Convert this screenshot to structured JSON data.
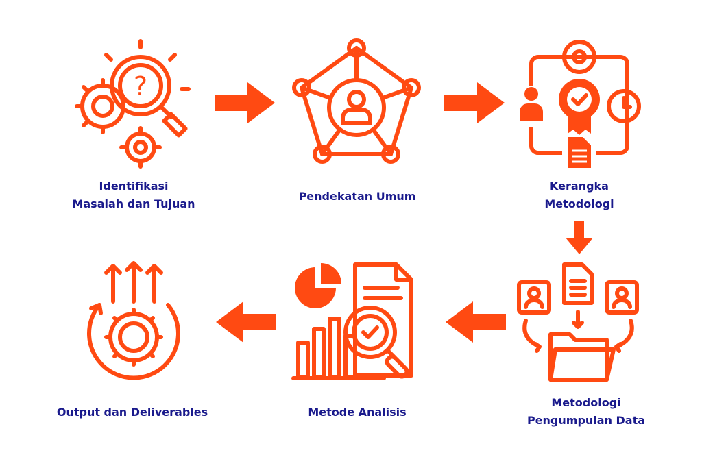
{
  "accent_color": "#ff4a12",
  "text_color": "#1a1a8c",
  "steps": [
    {
      "line1": "Identifikasi",
      "line2": "Masalah dan Tujuan",
      "icon": "gears-magnifier-question-icon"
    },
    {
      "line1": "Pendekatan Umum",
      "icon": "network-person-icon"
    },
    {
      "line1": "Kerangka",
      "line2": "Metodologi",
      "icon": "framework-cycle-icon"
    },
    {
      "line1": "Metodologi",
      "line2": "Pengumpulan Data",
      "icon": "data-collection-folder-icon"
    },
    {
      "line1": "Metode Analisis",
      "icon": "analysis-report-icon"
    },
    {
      "line1": "Output dan Deliverables",
      "icon": "output-gear-arrows-icon"
    }
  ],
  "question_mark": "?"
}
